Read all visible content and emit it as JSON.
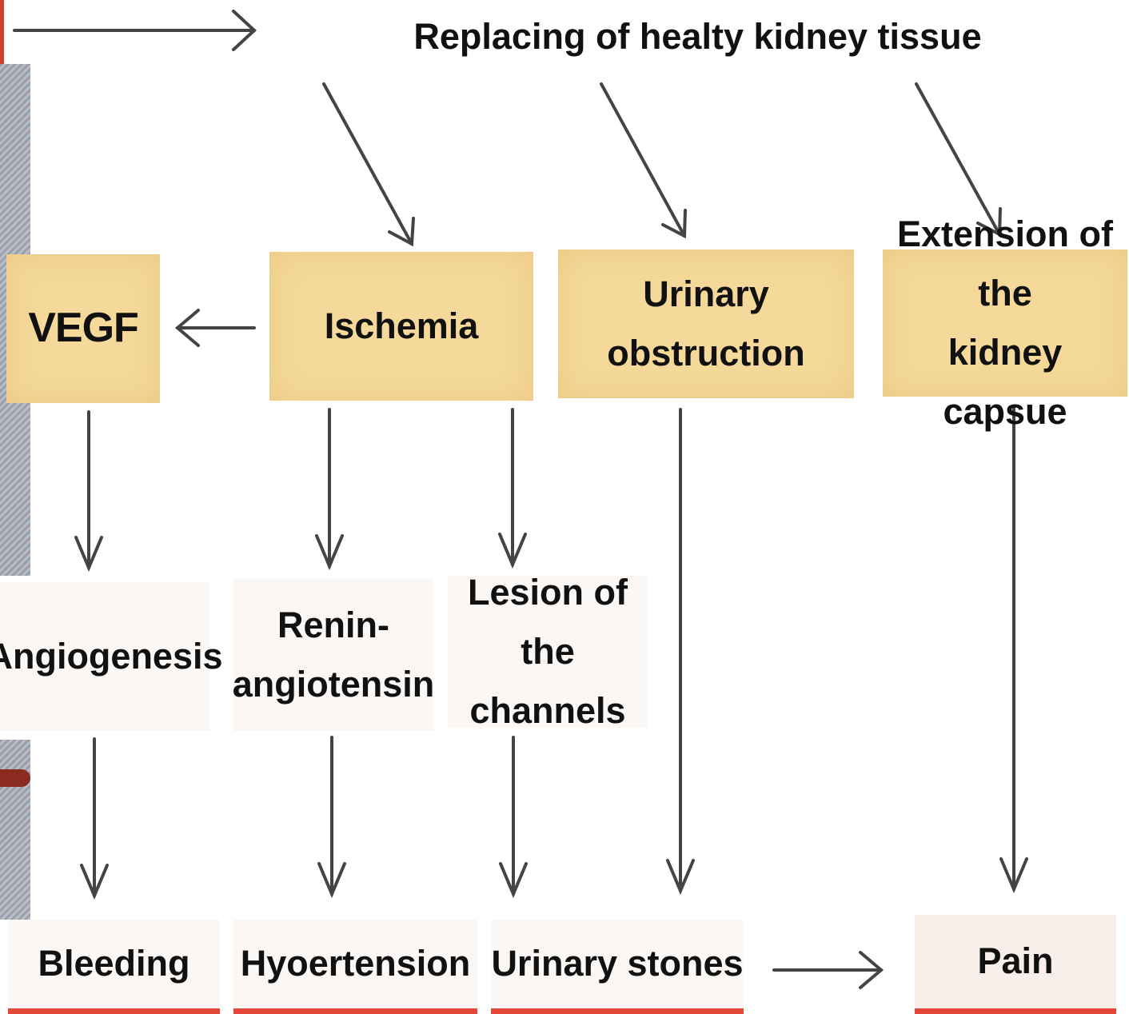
{
  "diagram": {
    "top_label": "Replacing of healty kidney tissue",
    "nodes": {
      "vegf": "VEGF",
      "ischemia": "Ischemia",
      "urinary_obstruction": "Urinary\nobstruction",
      "extension_capsule": "Extension of the\nkidney capsue",
      "angiogenesis": "Angiogenesis",
      "renin_angiotensin": "Renin-\nangiotensin",
      "lesion_channels": "Lesion of the\nchannels",
      "bleeding": "Bleeding",
      "hypertension": "Hyoertension",
      "urinary_stones": "Urinary stones",
      "pain": "Pain"
    },
    "colors": {
      "box_fill": "#f4d99a",
      "arrow": "#444444",
      "accent_red": "#e4473a"
    }
  }
}
